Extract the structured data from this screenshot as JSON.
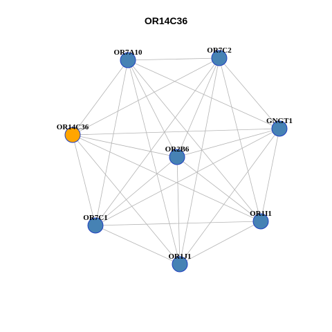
{
  "title": "OR14C36",
  "colors": {
    "background": "#ffffff",
    "edge": "#b3b3b3",
    "node_default": "#4682b4",
    "node_highlight": "#ffa500",
    "node_border": "#1f3fbf"
  },
  "network": {
    "nodes": [
      {
        "id": "OR7A10",
        "label": "OR7A10",
        "highlight": false
      },
      {
        "id": "OR7C2",
        "label": "OR7C2",
        "highlight": false
      },
      {
        "id": "OR14C36",
        "label": "OR14C36",
        "highlight": true
      },
      {
        "id": "GNGT1",
        "label": "GNGT1",
        "highlight": false
      },
      {
        "id": "OR2B6",
        "label": "OR2B6",
        "highlight": false
      },
      {
        "id": "OR7C1",
        "label": "OR7C1",
        "highlight": false
      },
      {
        "id": "OR1I1",
        "label": "OR1I1",
        "highlight": false
      },
      {
        "id": "OR1J1",
        "label": "OR1J1",
        "highlight": false
      }
    ],
    "edges": [
      [
        "OR7A10",
        "OR7C2"
      ],
      [
        "OR7A10",
        "OR14C36"
      ],
      [
        "OR7A10",
        "GNGT1"
      ],
      [
        "OR7A10",
        "OR2B6"
      ],
      [
        "OR7A10",
        "OR7C1"
      ],
      [
        "OR7A10",
        "OR1I1"
      ],
      [
        "OR7A10",
        "OR1J1"
      ],
      [
        "OR7C2",
        "OR14C36"
      ],
      [
        "OR7C2",
        "GNGT1"
      ],
      [
        "OR7C2",
        "OR2B6"
      ],
      [
        "OR7C2",
        "OR7C1"
      ],
      [
        "OR7C2",
        "OR1I1"
      ],
      [
        "OR7C2",
        "OR1J1"
      ],
      [
        "OR14C36",
        "GNGT1"
      ],
      [
        "OR14C36",
        "OR2B6"
      ],
      [
        "OR14C36",
        "OR7C1"
      ],
      [
        "OR14C36",
        "OR1I1"
      ],
      [
        "OR14C36",
        "OR1J1"
      ],
      [
        "GNGT1",
        "OR2B6"
      ],
      [
        "GNGT1",
        "OR7C1"
      ],
      [
        "GNGT1",
        "OR1I1"
      ],
      [
        "GNGT1",
        "OR1J1"
      ],
      [
        "OR2B6",
        "OR7C1"
      ],
      [
        "OR2B6",
        "OR1I1"
      ],
      [
        "OR2B6",
        "OR1J1"
      ],
      [
        "OR7C1",
        "OR1I1"
      ],
      [
        "OR7C1",
        "OR1J1"
      ],
      [
        "OR1I1",
        "OR1J1"
      ]
    ]
  }
}
